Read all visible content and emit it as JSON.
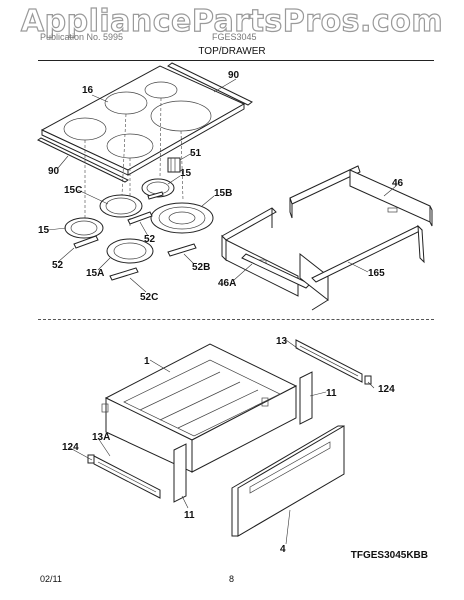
{
  "watermark": "AppliancePartsPros.com",
  "header": {
    "left": "Publication No. 5995",
    "right": "FGES3045",
    "section_title": "TOP/DRAWER"
  },
  "callouts": {
    "c90a": "90",
    "c16": "16",
    "c90b": "90",
    "c51": "51",
    "c15a": "15",
    "c15c": "15C",
    "c15b": "15B",
    "c15b2": "15",
    "c52": "52",
    "c52a": "52",
    "c15a2": "15A",
    "c52b": "52B",
    "c52c": "52C",
    "c46": "46",
    "c46a": "46A",
    "c165": "165",
    "c1": "1",
    "c13": "13",
    "c124": "124",
    "c11": "11",
    "c124b": "124",
    "c13a": "13A",
    "c11b": "11",
    "c4": "4"
  },
  "model_code": "TFGES3045KBB",
  "footer": {
    "date": "02/11",
    "page": "8"
  }
}
